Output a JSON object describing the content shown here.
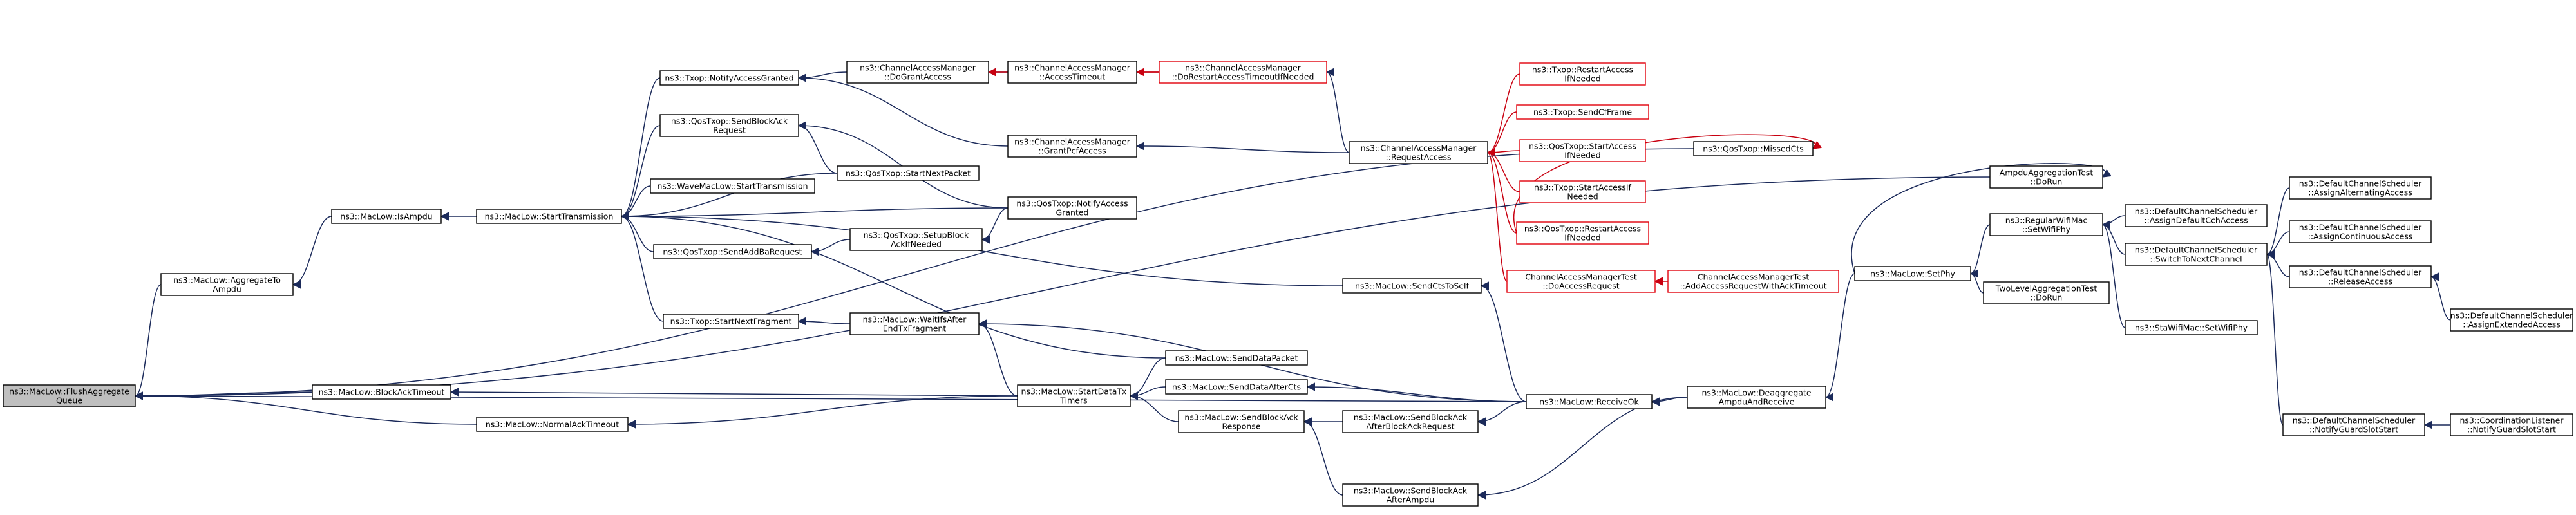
{
  "nodes": [
    {
      "id": "flush",
      "lines": [
        "ns3::MacLow::FlushAggregate",
        "Queue"
      ],
      "color": "root"
    },
    {
      "id": "aggto",
      "lines": [
        "ns3::MacLow::AggregateTo",
        "Ampdu"
      ]
    },
    {
      "id": "isampdu",
      "lines": [
        "ns3::MacLow::IsAmpdu"
      ]
    },
    {
      "id": "blockack",
      "lines": [
        "ns3::MacLow::BlockAckTimeout"
      ]
    },
    {
      "id": "normalack",
      "lines": [
        "ns3::MacLow::NormalAckTimeout"
      ]
    },
    {
      "id": "starttx",
      "lines": [
        "ns3::MacLow::StartTransmission"
      ]
    },
    {
      "id": "notifygranted",
      "lines": [
        "ns3::Txop::NotifyAccessGranted"
      ]
    },
    {
      "id": "qossendbar",
      "lines": [
        "ns3::QosTxop::SendBlockAck",
        "Request"
      ]
    },
    {
      "id": "wavestart",
      "lines": [
        "ns3::WaveMacLow::StartTransmission"
      ]
    },
    {
      "id": "qossendaddba",
      "lines": [
        "ns3::QosTxop::SendAddBaRequest"
      ]
    },
    {
      "id": "startnextfrag",
      "lines": [
        "ns3::Txop::StartNextFragment"
      ]
    },
    {
      "id": "cam_dogrant",
      "lines": [
        "ns3::ChannelAccessManager",
        "::DoGrantAccess"
      ]
    },
    {
      "id": "qosstartnextpkt",
      "lines": [
        "ns3::QosTxop::StartNextPacket"
      ]
    },
    {
      "id": "qossetupblockack",
      "lines": [
        "ns3::QosTxop::SetupBlock",
        "AckIfNeeded"
      ]
    },
    {
      "id": "waitifafter",
      "lines": [
        "ns3::MacLow::WaitIfsAfter",
        "EndTxFragment"
      ]
    },
    {
      "id": "cam_acctimeout",
      "lines": [
        "ns3::ChannelAccessManager",
        "::AccessTimeout"
      ]
    },
    {
      "id": "cam_grantpcf",
      "lines": [
        "ns3::ChannelAccessManager",
        "::GrantPcfAccess"
      ]
    },
    {
      "id": "qosnotifygranted",
      "lines": [
        "ns3::QosTxop::NotifyAccess",
        "Granted"
      ]
    },
    {
      "id": "senddatapacket",
      "lines": [
        "ns3::MacLow::SendDataPacket"
      ]
    },
    {
      "id": "startdatatx",
      "lines": [
        "ns3::MacLow::StartDataTx",
        "Timers"
      ]
    },
    {
      "id": "senddataaftercts",
      "lines": [
        "ns3::MacLow::SendDataAfterCts"
      ]
    },
    {
      "id": "sendblockackresp",
      "lines": [
        "ns3::MacLow::SendBlockAck",
        "Response"
      ]
    },
    {
      "id": "cam_dorestart",
      "lines": [
        "ns3::ChannelAccessManager",
        "::DoRestartAccessTimeoutIfNeeded"
      ],
      "color": "red"
    },
    {
      "id": "cam_reqaccess",
      "lines": [
        "ns3::ChannelAccessManager",
        "::RequestAccess"
      ]
    },
    {
      "id": "sendctstoself",
      "lines": [
        "ns3::MacLow::SendCtsToSelf"
      ]
    },
    {
      "id": "sendbaafterbar",
      "lines": [
        "ns3::MacLow::SendBlockAck",
        "AfterBlockAckRequest"
      ]
    },
    {
      "id": "sendbaafterampdu",
      "lines": [
        "ns3::MacLow::SendBlockAck",
        "AfterAmpdu"
      ]
    },
    {
      "id": "txoprestart",
      "lines": [
        "ns3::Txop::RestartAccess",
        "IfNeeded"
      ],
      "color": "red"
    },
    {
      "id": "txopsendcf",
      "lines": [
        "ns3::Txop::SendCfFrame"
      ],
      "color": "red"
    },
    {
      "id": "qosstartaccess",
      "lines": [
        "ns3::QosTxop::StartAccess",
        "IfNeeded"
      ],
      "color": "red"
    },
    {
      "id": "txopstartaccess",
      "lines": [
        "ns3::Txop::StartAccessIf",
        "Needed"
      ],
      "color": "red"
    },
    {
      "id": "qosrestartaccess",
      "lines": [
        "ns3::QosTxop::RestartAccess",
        "IfNeeded"
      ],
      "color": "red"
    },
    {
      "id": "camtest_doaccess",
      "lines": [
        "ChannelAccessManagerTest",
        "::DoAccessRequest"
      ],
      "color": "red"
    },
    {
      "id": "receiveok",
      "lines": [
        "ns3::MacLow::ReceiveOk"
      ]
    },
    {
      "id": "qosmissedcts",
      "lines": [
        "ns3::QosTxop::MissedCts"
      ]
    },
    {
      "id": "camtest_addaccess",
      "lines": [
        "ChannelAccessManagerTest",
        "::AddAccessRequestWithAckTimeout"
      ],
      "color": "red"
    },
    {
      "id": "deaggregate",
      "lines": [
        "ns3::MacLow::Deaggregate",
        "AmpduAndReceive"
      ]
    },
    {
      "id": "setphy",
      "lines": [
        "ns3::MacLow::SetPhy"
      ]
    },
    {
      "id": "ampduaggtest",
      "lines": [
        "AmpduAggregationTest",
        "::DoRun"
      ]
    },
    {
      "id": "regularwifimac",
      "lines": [
        "ns3::RegularWifiMac",
        "::SetWifiPhy"
      ]
    },
    {
      "id": "twolevelagg",
      "lines": [
        "TwoLevelAggregationTest",
        "::DoRun"
      ]
    },
    {
      "id": "stawifimac",
      "lines": [
        "ns3::StaWifiMac::SetWifiPhy"
      ]
    },
    {
      "id": "dcs_assigndefault",
      "lines": [
        "ns3::DefaultChannelScheduler",
        "::AssignDefaultCchAccess"
      ]
    },
    {
      "id": "dcs_switchto",
      "lines": [
        "ns3::DefaultChannelScheduler",
        "::SwitchToNextChannel"
      ]
    },
    {
      "id": "dcs_notifyguard",
      "lines": [
        "ns3::DefaultChannelScheduler",
        "::NotifyGuardSlotStart"
      ]
    },
    {
      "id": "dcs_assignalternating",
      "lines": [
        "ns3::DefaultChannelScheduler",
        "::AssignAlternatingAccess"
      ]
    },
    {
      "id": "dcs_assigncontinuous",
      "lines": [
        "ns3::DefaultChannelScheduler",
        "::AssignContinuousAccess"
      ]
    },
    {
      "id": "dcs_release",
      "lines": [
        "ns3::DefaultChannelScheduler",
        "::ReleaseAccess"
      ]
    },
    {
      "id": "coord_notifyguard",
      "lines": [
        "ns3::CoordinationListener",
        "::NotifyGuardSlotStart"
      ]
    },
    {
      "id": "dcs_assignextended",
      "lines": [
        "ns3::DefaultChannelScheduler",
        "::AssignExtendedAccess"
      ]
    }
  ],
  "edges": [
    [
      "aggto",
      "flush"
    ],
    [
      "isampdu",
      "aggto"
    ],
    [
      "starttx",
      "isampdu"
    ],
    [
      "blockack",
      "flush"
    ],
    [
      "normalack",
      "flush"
    ],
    [
      "receiveok",
      "flush"
    ],
    [
      "startdatatx",
      "blockack"
    ],
    [
      "startdatatx",
      "normalack"
    ],
    [
      "notifygranted",
      "starttx"
    ],
    [
      "qossendbar",
      "starttx"
    ],
    [
      "wavestart",
      "starttx"
    ],
    [
      "qossendaddba",
      "starttx"
    ],
    [
      "startnextfrag",
      "starttx"
    ],
    [
      "senddatapacket",
      "starttx"
    ],
    [
      "qosnotifygranted",
      "starttx"
    ],
    [
      "qosstartnextpkt",
      "starttx"
    ],
    [
      "cam_dogrant",
      "notifygranted"
    ],
    [
      "qossetupblockack",
      "qossendaddba"
    ],
    [
      "waitifafter",
      "startnextfrag"
    ],
    [
      "qosnotifygranted",
      "qossendbar"
    ],
    [
      "qosstartnextpkt",
      "qossendbar"
    ],
    [
      "cam_grantpcf",
      "notifygranted"
    ],
    [
      "cam_acctimeout",
      "cam_dogrant"
    ],
    [
      "cam_dorestart",
      "cam_dogrant"
    ],
    [
      "cam_reqaccess",
      "cam_grantpcf"
    ],
    [
      "qosnotifygranted",
      "qossetupblockack"
    ],
    [
      "startdatatx",
      "waitifafter"
    ],
    [
      "receiveok",
      "waitifafter"
    ],
    [
      "senddataaftercts",
      "startdatatx"
    ],
    [
      "sendblockackresp",
      "startdatatx"
    ],
    [
      "senddatapacket",
      "startdatatx"
    ],
    [
      "receiveok",
      "senddataaftercts"
    ],
    [
      "sendctstoself",
      "starttx"
    ],
    [
      "sendbaafterbar",
      "sendblockackresp"
    ],
    [
      "sendbaafterampdu",
      "sendblockackresp"
    ],
    [
      "cam_dorestart",
      "cam_acctimeout"
    ],
    [
      "cam_reqaccess",
      "cam_dorestart"
    ],
    [
      "txoprestart",
      "cam_reqaccess"
    ],
    [
      "txopsendcf",
      "cam_reqaccess"
    ],
    [
      "qosstartaccess",
      "cam_reqaccess"
    ],
    [
      "txopstartaccess",
      "cam_reqaccess"
    ],
    [
      "qosrestartaccess",
      "cam_reqaccess"
    ],
    [
      "camtest_doaccess",
      "cam_reqaccess"
    ],
    [
      "receiveok",
      "sendctstoself"
    ],
    [
      "receiveok",
      "sendbaafterbar"
    ],
    [
      "deaggregate",
      "sendbaafterampdu"
    ],
    [
      "qosmissedcts",
      "flush"
    ],
    [
      "qosrestartaccess",
      "qosmissedcts"
    ],
    [
      "camtest_addaccess",
      "camtest_doaccess"
    ],
    [
      "deaggregate",
      "receiveok"
    ],
    [
      "setphy",
      "deaggregate"
    ],
    [
      "ampduaggtest",
      "flush"
    ],
    [
      "setphy",
      "ampduaggtest"
    ],
    [
      "regularwifimac",
      "setphy"
    ],
    [
      "twolevelagg",
      "setphy"
    ],
    [
      "dcs_assigndefault",
      "regularwifimac"
    ],
    [
      "dcs_switchto",
      "regularwifimac"
    ],
    [
      "stawifimac",
      "regularwifimac"
    ],
    [
      "dcs_assignalternating",
      "dcs_switchto"
    ],
    [
      "dcs_assigncontinuous",
      "dcs_switchto"
    ],
    [
      "dcs_release",
      "dcs_switchto"
    ],
    [
      "dcs_notifyguard",
      "dcs_switchto"
    ],
    [
      "dcs_assignextended",
      "dcs_release"
    ],
    [
      "coord_notifyguard",
      "dcs_notifyguard"
    ]
  ]
}
